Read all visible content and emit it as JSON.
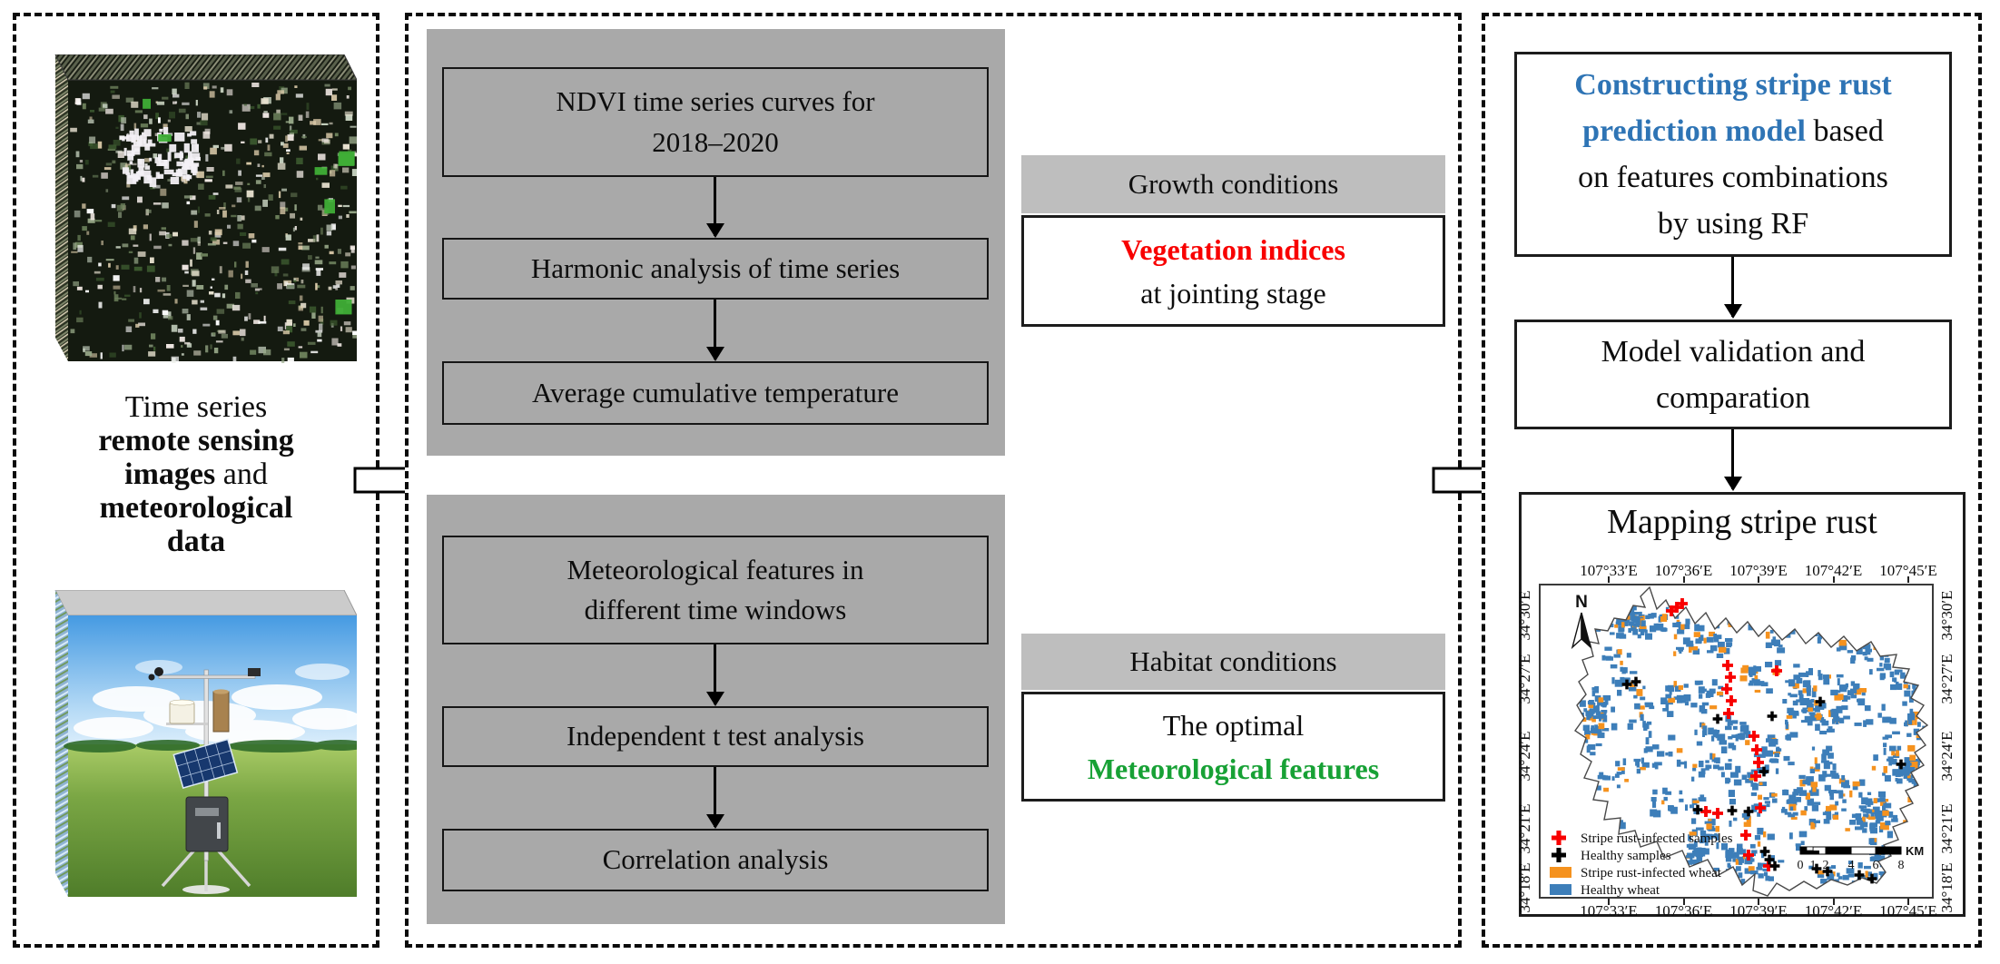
{
  "left_panel": {
    "caption_line1": "Time series",
    "caption_line2": "remote sensing",
    "caption_line3_bold": "images",
    "caption_line3_normal": " and",
    "caption_line4": "meteorological",
    "caption_line5": "data"
  },
  "middle_panel": {
    "growth_steps": [
      "NDVI time series curves for\n2018–2020",
      "Harmonic analysis of time series",
      "Average cumulative temperature"
    ],
    "habitat_steps": [
      "Meteorological features in\ndifferent time windows",
      "Independent t test analysis",
      "Correlation analysis"
    ],
    "growth_header": "Growth conditions",
    "growth_result_highlight": "Vegetation indices",
    "growth_result_line2": "at jointing stage",
    "habitat_header": "Habitat conditions",
    "habitat_result_line1": "The optimal",
    "habitat_result_highlight": "Meteorological features"
  },
  "right_panel": {
    "construct_highlight": "Constructing stripe rust\nprediction model",
    "construct_rest": " based\non features combinations\nby using RF",
    "validation_label": "Model validation and\ncomparation",
    "mapping_title": "Mapping stripe rust"
  },
  "map": {
    "x_labels": [
      "107°33′E",
      "107°36′E",
      "107°39′E",
      "107°42′E",
      "107°45′E"
    ],
    "y_labels": [
      "34°30′E",
      "34°27′E",
      "34°24′E",
      "34°21′E",
      "34°18′E"
    ],
    "north_label": "N",
    "legend": [
      {
        "label": "Stripe rust-infected samples",
        "marker": "cross",
        "color": "#F80000"
      },
      {
        "label": "Healthy samples",
        "marker": "cross",
        "color": "#000000"
      },
      {
        "label": "Stripe rust-infected wheat",
        "marker": "swatch",
        "color": "#F5921E"
      },
      {
        "label": "Healthy wheat",
        "marker": "swatch",
        "color": "#3D7EB9"
      }
    ],
    "scale_ticks": [
      "0",
      "1",
      "2",
      "4",
      "6",
      "8"
    ],
    "scale_unit": "KM"
  },
  "colors": {
    "model_highlight_blue": "#2E74B5",
    "vegetation_red": "#F80000",
    "meteorological_green": "#17A135",
    "healthy_wheat_blue": "#3D7EB9",
    "infected_wheat_orange": "#F5921E",
    "flow_block_gray": "#A9A9A9",
    "header_band_gray": "#BEBEBE"
  }
}
